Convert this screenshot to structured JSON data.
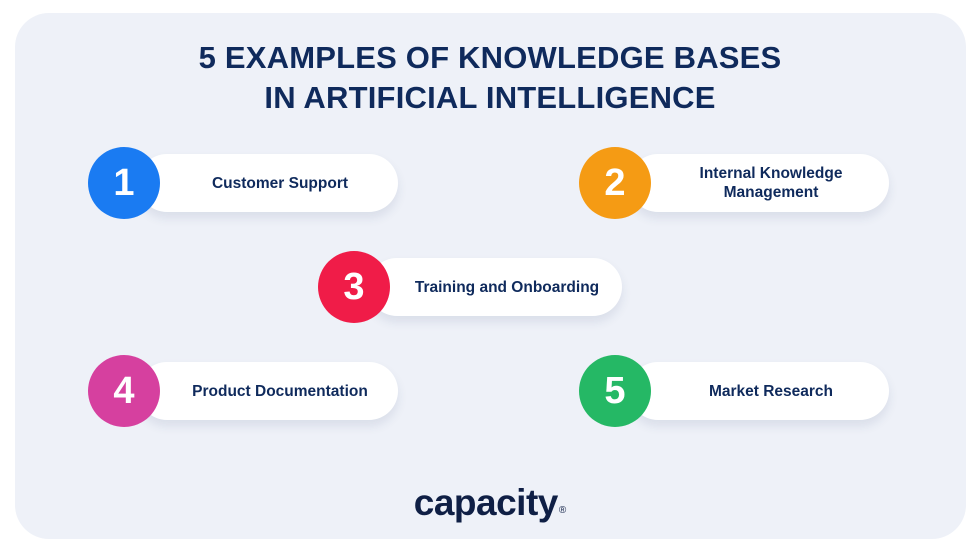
{
  "title": {
    "line1": "5 EXAMPLES OF KNOWLEDGE BASES",
    "line2": "IN ARTIFICIAL INTELLIGENCE"
  },
  "items": [
    {
      "number": "1",
      "label": "Customer Support",
      "color": "#1a7bf2"
    },
    {
      "number": "2",
      "label": "Internal Knowledge Management",
      "color": "#f59b14"
    },
    {
      "number": "3",
      "label": "Training and Onboarding",
      "color": "#f01c48"
    },
    {
      "number": "4",
      "label": "Product Documentation",
      "color": "#d6409f"
    },
    {
      "number": "5",
      "label": "Market Research",
      "color": "#25b865"
    }
  ],
  "logo": {
    "text": "capacity",
    "mark": "®"
  },
  "colors": {
    "background": "#eef1f8",
    "text": "#0f2a5c"
  }
}
